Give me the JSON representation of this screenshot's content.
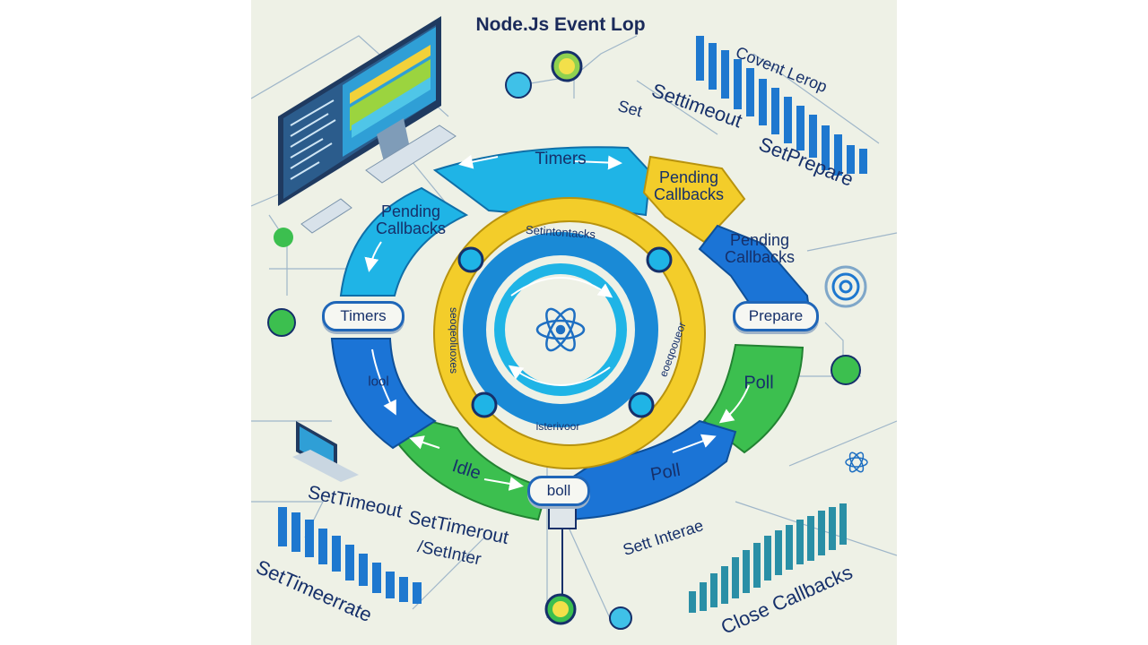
{
  "title": "Node.Js Event Lop",
  "ring_segments": {
    "timers_top": "Timers",
    "pending_top_right": "Pending Callbacks",
    "pending_right": "Pending Callbacks",
    "poll_right": "Poll",
    "poll_bottom": "Poll",
    "idle_bottom": "Idle",
    "iool_left": "lool",
    "pending_left": "Pending Callbacks"
  },
  "ring_pills": {
    "timers": "Timers",
    "prepare": "Prepare",
    "boll": "boll"
  },
  "inner_ring": {
    "top": "Setintontacks",
    "bottom": "isterivoor",
    "left": "seoqeoluoxes",
    "right": "eoeqooueor"
  },
  "side_text": {
    "covent_lerop": "Covent Lerop",
    "settimeout": "Settimeout",
    "set": "Set",
    "setprepare": "SetPrepare",
    "settimeout_left": "SetTimeout",
    "settimerout": "SetTimerout",
    "setinter": "/SetInter",
    "settimeerrate": "SetTimeerrate",
    "sett_interae": "Sett Interae",
    "close_callbacks": "Close Callbacks"
  },
  "colors": {
    "background": "#eef1e6",
    "cyan": "#1fb4e6",
    "blue": "#1b74d6",
    "green": "#3cbf4f",
    "yellow": "#f3cd2a",
    "navy": "#16306a"
  },
  "icons": [
    "computer-monitor-icon",
    "laptop-icon",
    "react-atom-icon",
    "target-icon",
    "bar-chart-icon"
  ]
}
